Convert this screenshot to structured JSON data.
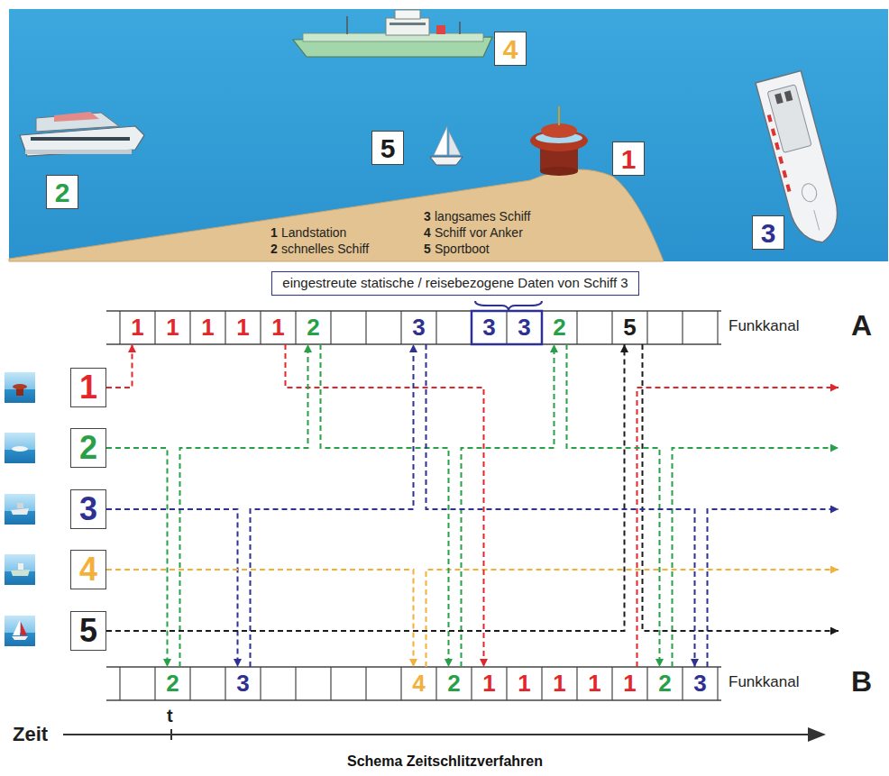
{
  "diagram": {
    "caption": "Schema Zeitschlitzverfahren",
    "nodes": [
      {
        "text": [
          "4"
        ]
      },
      {
        "text": [
          "5"
        ]
      },
      {
        "text": [
          "1"
        ]
      },
      {
        "text": [
          "2"
        ]
      },
      {
        "text": [
          "3"
        ]
      },
      {
        "text": [
          "eingestreute statische / reisebezogene Daten von Schiff 3"
        ]
      },
      {
        "text": [
          "1"
        ]
      },
      {
        "text": [
          "1"
        ]
      },
      {
        "text": [
          "1"
        ]
      },
      {
        "text": [
          "1"
        ]
      },
      {
        "text": [
          "1"
        ]
      },
      {
        "text": [
          "2"
        ]
      },
      {
        "text": [
          "3"
        ]
      },
      {
        "text": [
          "3"
        ]
      },
      {
        "text": [
          "3"
        ]
      },
      {
        "text": [
          "2"
        ]
      },
      {
        "text": [
          "5"
        ]
      },
      {
        "text": [
          "1"
        ]
      },
      {
        "text": [
          "2"
        ]
      },
      {
        "text": [
          "3"
        ]
      },
      {
        "text": [
          "4"
        ]
      },
      {
        "text": [
          "5"
        ]
      },
      {
        "text": [
          "2"
        ]
      },
      {
        "text": [
          "3"
        ]
      },
      {
        "text": [
          "4"
        ]
      },
      {
        "text": [
          "2"
        ]
      },
      {
        "text": [
          "1"
        ]
      },
      {
        "text": [
          "1"
        ]
      },
      {
        "text": [
          "1"
        ]
      },
      {
        "text": [
          "1"
        ]
      },
      {
        "text": [
          "1"
        ]
      },
      {
        "text": [
          "2"
        ]
      },
      {
        "text": [
          "3"
        ]
      }
    ],
    "edges": [
      {
        "from": 17,
        "to": 6,
        "arrow": "to"
      },
      {
        "from": 10,
        "to": 26,
        "arrow": "to"
      },
      {
        "from": 18,
        "to": 22,
        "arrow": "to"
      },
      {
        "from": 22,
        "to": 11,
        "arrow": "to"
      },
      {
        "from": 11,
        "to": 25,
        "arrow": "to"
      },
      {
        "from": 25,
        "to": 15,
        "arrow": "to"
      },
      {
        "from": 15,
        "to": 31,
        "arrow": "to"
      },
      {
        "from": 19,
        "to": 23,
        "arrow": "to"
      },
      {
        "from": 23,
        "to": 12,
        "arrow": "to"
      },
      {
        "from": 12,
        "to": 32,
        "arrow": "to"
      },
      {
        "from": 20,
        "to": 24,
        "arrow": "to"
      },
      {
        "from": 21,
        "to": 16,
        "arrow": "to"
      }
    ],
    "labels": [
      "1",
      "Landstation",
      "2",
      "schnelles Schiff",
      "3",
      "langsames Schiff",
      "4",
      "Schiff vor Anker",
      "5",
      "Sportboot",
      "Funkkanal",
      "A",
      "Funkkanal",
      "B",
      "Zeit",
      "t"
    ]
  }
}
